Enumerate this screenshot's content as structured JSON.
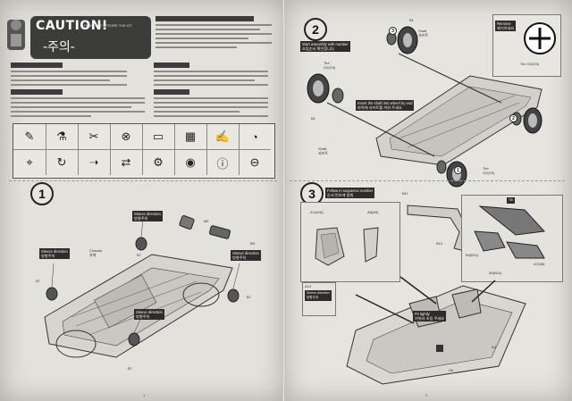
{
  "caution": {
    "title": "CAUTION!",
    "korean": "-주의-",
    "subtitle": "READ THE BEFORE THE KIT"
  },
  "step1": {
    "number": "1",
    "labels": {
      "chassis": "Chassis",
      "chassis_ko": "차체",
      "sleeve_top": "Sleeve direction",
      "sleeve_top_ko": "방향주의",
      "sleeve_left": "Sleeve direction",
      "sleeve_left_ko": "방향주의",
      "sleeve_right": "Sleeve direction",
      "sleeve_right_ko": "방향주의",
      "sleeve_bottom": "Sleeve direction",
      "sleeve_bottom_ko": "방향주의",
      "b7a": "B7",
      "b7b": "B7",
      "b7c": "B7",
      "b7d": "B7",
      "b8": "B8",
      "b9": "B9"
    }
  },
  "step2": {
    "number": "2",
    "shaft_top": "Shaft",
    "shaft_top_ko": "샤프트",
    "shaft_bottom": "Shaft",
    "shaft_bottom_ko": "샤프트",
    "tire_top": "Tire",
    "tire_top_code": "G2(G3)",
    "tire_bottom": "Tire",
    "tire_bottom_code": "G2(G3)",
    "note_start": "Start assembly with number",
    "note_start_ko": "조립순서 확인합니다",
    "note_insert": "Insert the shaft into wheel by end",
    "note_insert_ko": "바퀴에 샤프트를 끼워 주세요",
    "b1": "B1",
    "b1b": "B1",
    "remove_label": "Remove",
    "remove_ko": "제거하세요",
    "remove_tire": "Tire",
    "remove_tire_code": "G2(G3)",
    "circle_numbers": [
      "1",
      "2",
      "3"
    ]
  },
  "step3": {
    "number": "3",
    "note_number": "Follow in sequence number",
    "note_number_ko": "순서 번호에 맞춰",
    "seat_left": "A7(A18)",
    "seat_left2": "A8(A9)",
    "b11": "B11",
    "b10": "B10",
    "tilt": "Tilt",
    "seat_right1": "B4(B11)",
    "seat_right2": "A7(A8)",
    "seat_right3": "B4(B11)",
    "sleeve": "Sleeve direction",
    "sleeve_ko": "방향주의",
    "fit_note": "Fit tightly",
    "fit_note_ko": "끼워서 조립 주세요",
    "a4": "A4",
    "a14": "A14",
    "h4": "H4"
  },
  "pages": {
    "left": "1",
    "right": "2"
  }
}
